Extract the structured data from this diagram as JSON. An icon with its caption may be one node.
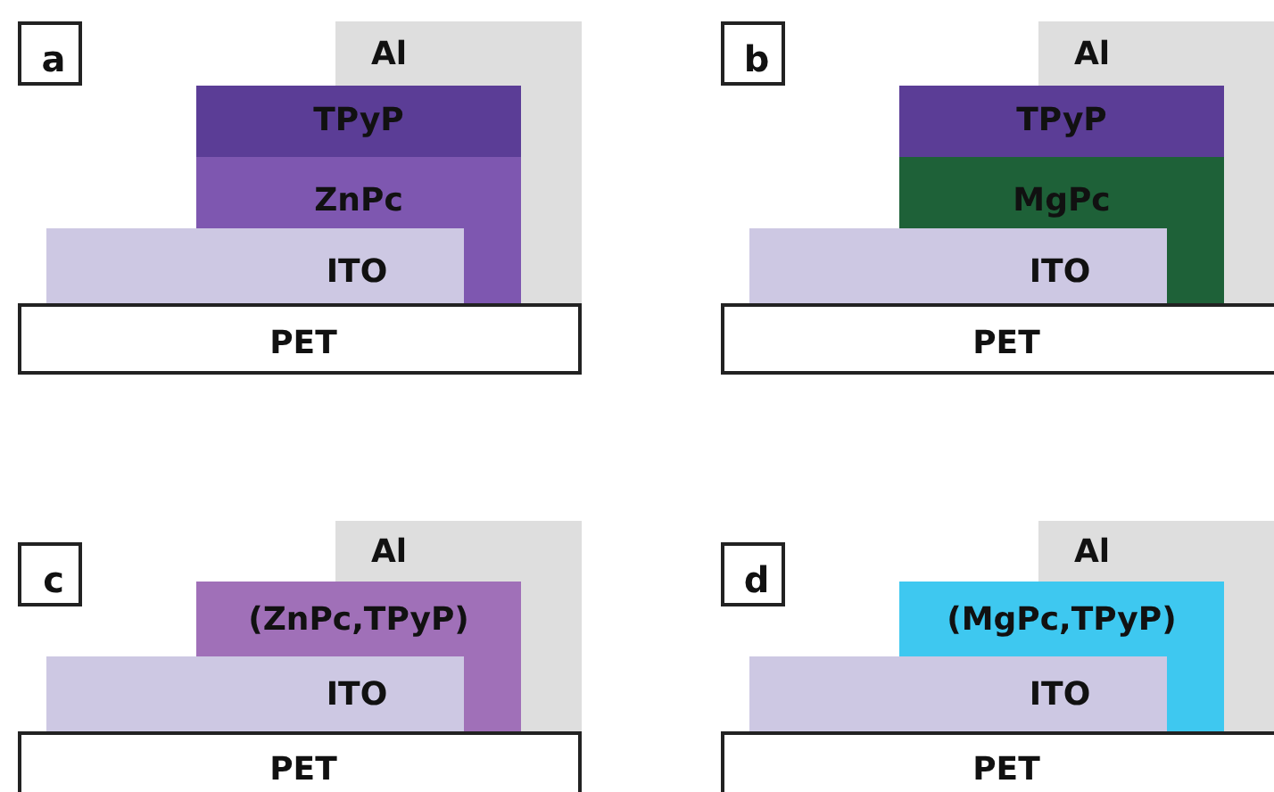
{
  "diagram": {
    "nodes": [
      {
        "text": [
          "a"
        ]
      },
      {
        "text": [
          "Al"
        ]
      },
      {
        "text": [
          "TPyP"
        ]
      },
      {
        "text": [
          "ZnPc"
        ]
      },
      {
        "text": [
          "ITO"
        ]
      },
      {
        "text": [
          "PET"
        ]
      },
      {
        "text": [
          "b"
        ]
      },
      {
        "text": [
          "Al"
        ]
      },
      {
        "text": [
          "TPyP"
        ]
      },
      {
        "text": [
          "MgPc"
        ]
      },
      {
        "text": [
          "ITO"
        ]
      },
      {
        "text": [
          "PET"
        ]
      },
      {
        "text": [
          "c"
        ]
      },
      {
        "text": [
          "Al"
        ]
      },
      {
        "text": [
          "(ZnPc,TPyP)"
        ]
      },
      {
        "text": [
          "ITO"
        ]
      },
      {
        "text": [
          "PET"
        ]
      },
      {
        "text": [
          "d"
        ]
      },
      {
        "text": [
          "Al"
        ]
      },
      {
        "text": [
          "(MgPc,TPyP)"
        ]
      },
      {
        "text": [
          "ITO"
        ]
      },
      {
        "text": [
          "PET"
        ]
      }
    ]
  }
}
